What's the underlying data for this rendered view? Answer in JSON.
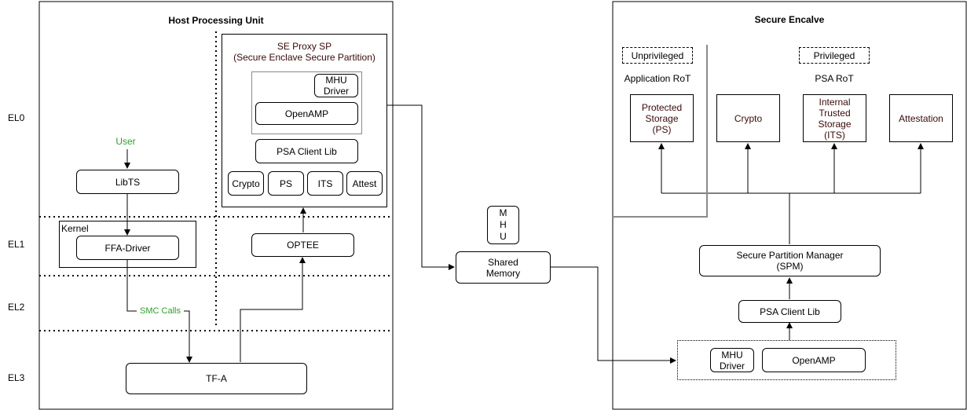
{
  "levels": [
    "EL0",
    "EL1",
    "EL2",
    "EL3"
  ],
  "host": {
    "title": "Host Processing Unit",
    "user": "User",
    "libts": "LibTS",
    "kernel": "Kernel",
    "ffa_driver": "FFA-Driver",
    "smc_calls": "SMC Calls",
    "tfa": "TF-A",
    "optee": "OPTEE",
    "se_proxy": {
      "title_line1": "SE Proxy SP",
      "title_line2": "(Secure Enclave Secure Partition)",
      "mhu_driver": "MHU Driver",
      "openamp": "OpenAMP",
      "psa_client_lib": "PSA Client Lib",
      "services": [
        "Crypto",
        "PS",
        "ITS",
        "Attest"
      ]
    }
  },
  "middle": {
    "mhu": [
      "M",
      "H",
      "U"
    ],
    "shared_memory": "Shared Memory"
  },
  "enclave": {
    "title": "Secure Encalve",
    "unprivileged": "Unprivileged",
    "privileged": "Privileged",
    "application_rot": "Application RoT",
    "psa_rot": "PSA RoT",
    "protected_storage": "Protected Storage (PS)",
    "crypto": "Crypto",
    "its": "Internal Trusted Storage (ITS)",
    "attestation": "Attestation",
    "spm": "Secure Partition Manager (SPM)",
    "psa_client_lib": "PSA Client Lib",
    "mhu_driver": "MHU Driver",
    "openamp": "OpenAMP"
  }
}
